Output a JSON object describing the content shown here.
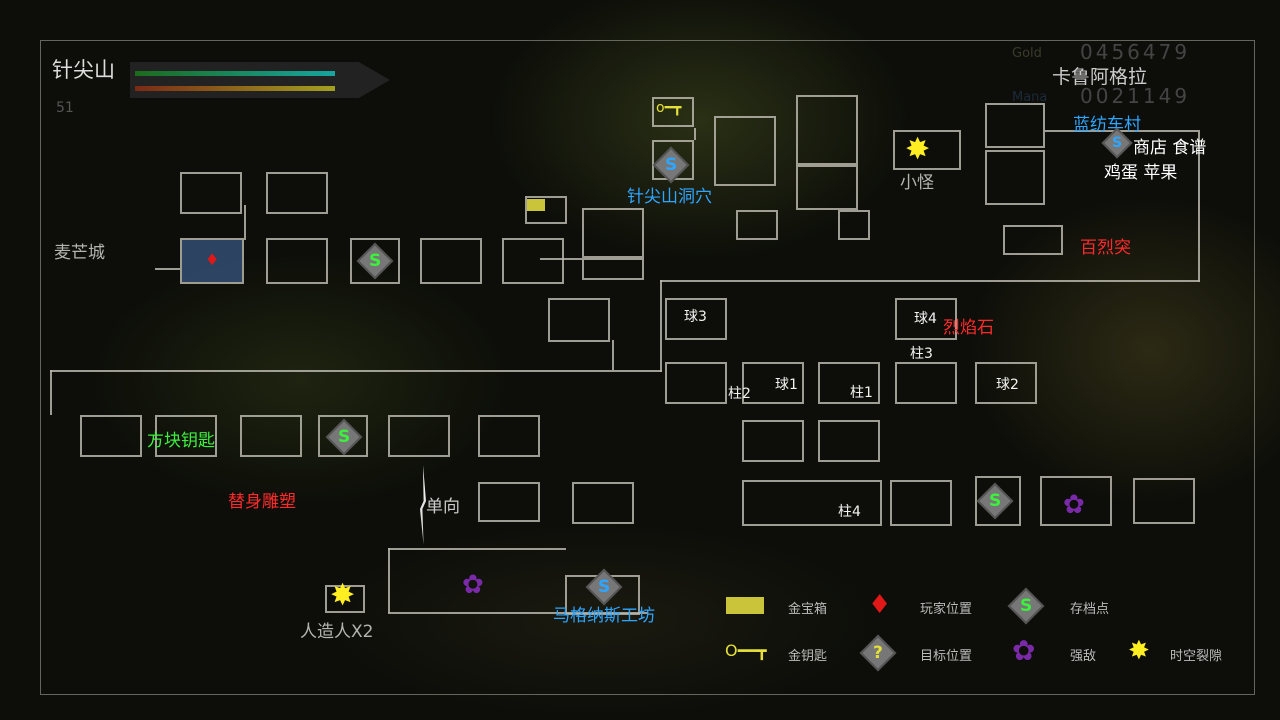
{
  "hud": {
    "area_name": "针尖山",
    "level": "51",
    "gold_label": "Gold",
    "gold_value": "0456479",
    "mana_label": "Mana",
    "mana_value": "0021149",
    "region_name": "卡鲁阿格拉"
  },
  "map_labels": {
    "maimang": "麦芒城",
    "cave": "针尖山洞穴",
    "xiaoguai": "小怪",
    "lanfang": "蓝纺车村",
    "shop": "商店 食谱",
    "eggs": "鸡蛋 苹果",
    "bailie": "百烈突",
    "ball3": "球3",
    "ball4": "球4",
    "lieyan": "烈焰石",
    "pillar3": "柱3",
    "pillar2": "柱2",
    "ball1": "球1",
    "pillar1": "柱1",
    "ball2": "球2",
    "pillar4": "柱4",
    "squarekey": "方块钥匙",
    "statue": "替身雕塑",
    "oneway": "单向",
    "android": "人造人X2",
    "magnus": "马格纳斯工坊"
  },
  "legend": [
    {
      "icon": "gold-chest-icon",
      "label": "金宝箱"
    },
    {
      "icon": "player-position-icon",
      "label": "玩家位置"
    },
    {
      "icon": "save-point-icon",
      "label": "存档点"
    },
    {
      "icon": "gold-key-icon",
      "label": "金钥匙"
    },
    {
      "icon": "target-position-icon",
      "label": "目标位置"
    },
    {
      "icon": "strong-enemy-icon",
      "label": "强敌"
    },
    {
      "icon": "time-rift-icon",
      "label": "时空裂隙"
    }
  ],
  "colors": {
    "save_blue": "#2ea6ff",
    "save_green": "#3df03d",
    "label_red": "#ff2a2a"
  }
}
